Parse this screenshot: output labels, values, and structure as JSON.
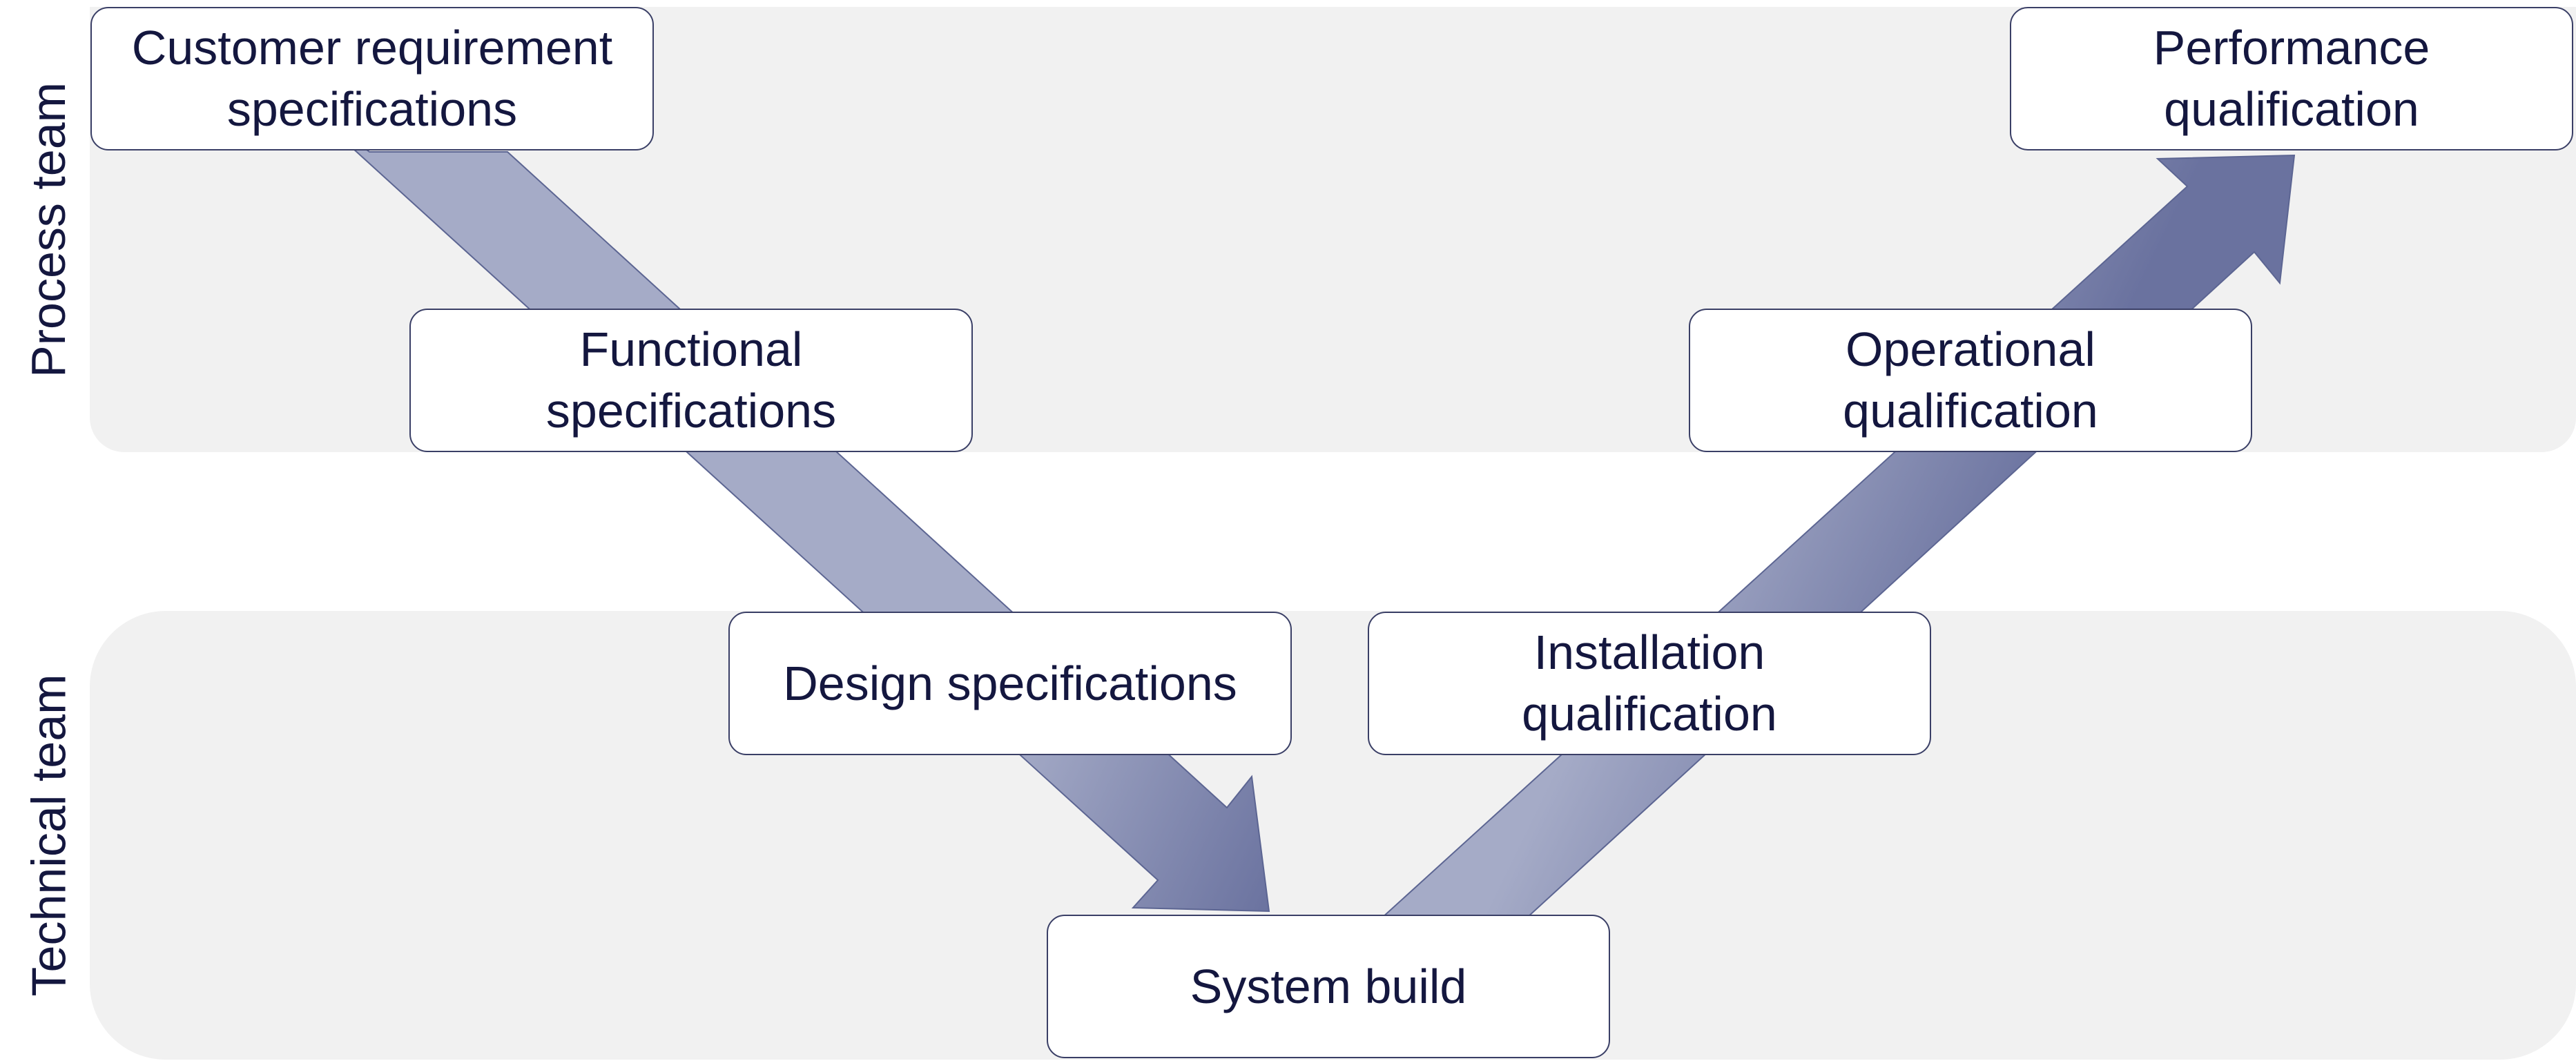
{
  "lanes": {
    "process": "Process team",
    "technical": "Technical team"
  },
  "boxes": {
    "customer_requirement": {
      "line1": "Customer requirement",
      "line2": "specifications"
    },
    "functional": {
      "line1": "Functional",
      "line2": "specifications"
    },
    "design": {
      "line1": "Design specifications"
    },
    "system_build": {
      "line1": "System build"
    },
    "installation": {
      "line1": "Installation",
      "line2": "qualification"
    },
    "operational": {
      "line1": "Operational",
      "line2": "qualification"
    },
    "performance": {
      "line1": "Performance",
      "line2": "qualification"
    }
  },
  "colors": {
    "band": "#f1f1f1",
    "box_border": "#3a3f66",
    "text": "#14173f",
    "arrow_light": "#a3aac6",
    "arrow_dark": "#6b739f"
  }
}
